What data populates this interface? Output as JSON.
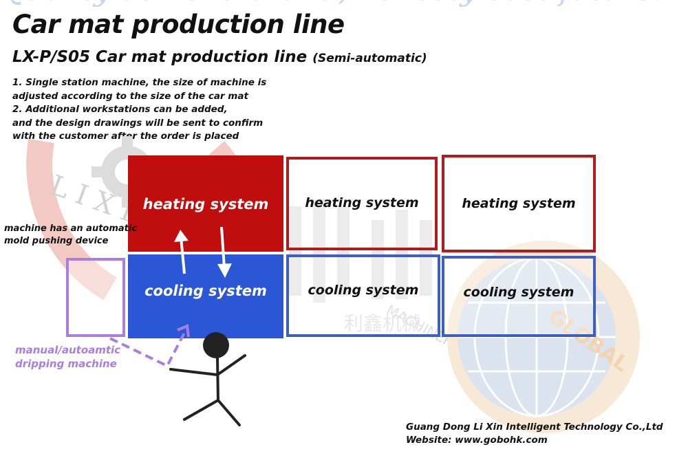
{
  "header": {
    "title": "Car mat production line",
    "subtitle": "LX-P/S05 Car mat production line",
    "subtitle_note": "(Semi-automatic)"
  },
  "notes": {
    "line1": "1. Single station machine, the size of machine is",
    "line2": "adjusted according to the size of the car mat",
    "line3": "2. Additional workstations can be added,",
    "line4": "and the design drawings will be sent to confirm",
    "line5": "with the customer after the order is placed"
  },
  "stations": [
    {
      "heating": "heating system",
      "cooling": "cooling system"
    },
    {
      "heating": "heating system",
      "cooling": "cooling system"
    },
    {
      "heating": "heating system",
      "cooling": "cooling system"
    }
  ],
  "labels": {
    "mold_pusher_line1": "machine has an automatic",
    "mold_pusher_line2": "mold pushing device",
    "dripping_line1": "manual/autoamtic",
    "dripping_line2": "dripping machine"
  },
  "watermark": {
    "slogan": "Quality achieve brand, honesty cast future!",
    "brand": "L I X I N",
    "machinery": "MACHINERY",
    "chinese": "利鑫机械",
    "globe": "GLOBAL"
  },
  "footer": {
    "company": "Guang Dong Li Xin Intelligent Technology Co.,Ltd",
    "website": "Website: www.gobohk.com"
  },
  "colors": {
    "heating_fill": "#c00d0d",
    "cooling_fill": "#2b57d6",
    "heating_outline": "#b11b1b",
    "cooling_outline": "#3d5fc0",
    "dripping_outline": "#a97ee0"
  }
}
